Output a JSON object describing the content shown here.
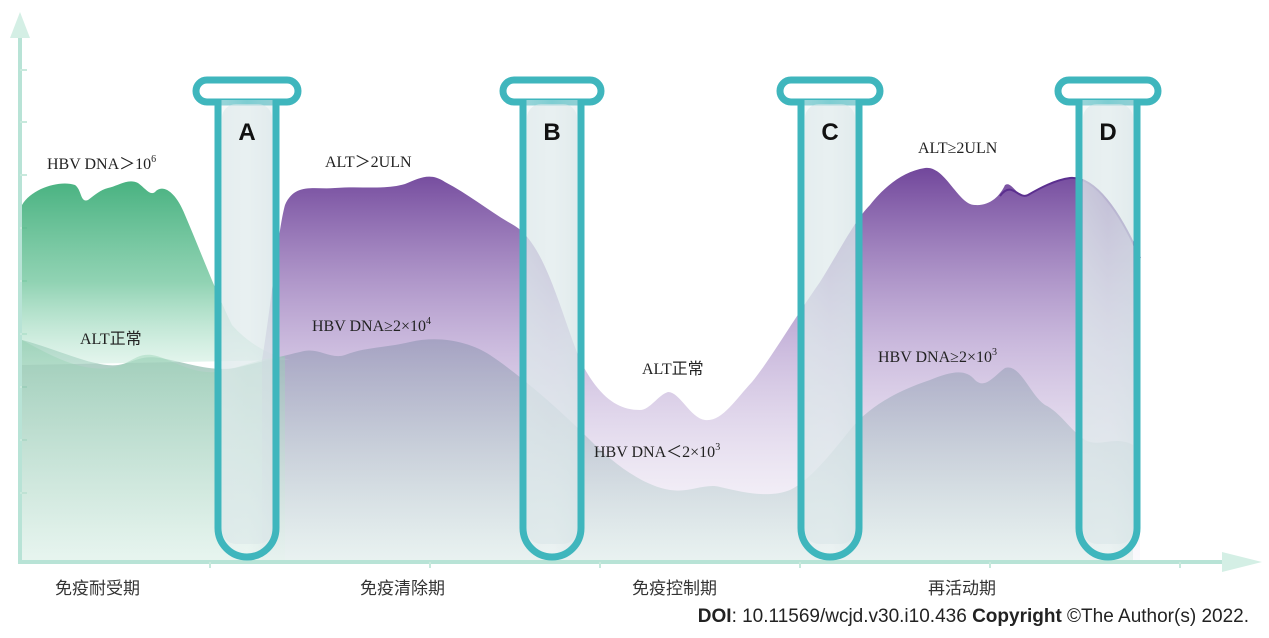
{
  "tubes": [
    {
      "letter": "A"
    },
    {
      "letter": "B"
    },
    {
      "letter": "C"
    },
    {
      "letter": "D"
    }
  ],
  "annotations": {
    "hbv_gt_10_6": {
      "base": "HBV DNA＞10",
      "sup": "6"
    },
    "alt_gt_2uln": "ALT＞2ULN",
    "alt_ge_2uln": "ALT≥2ULN",
    "alt_normal_1": "ALT正常",
    "hbv_ge_2x10_4": {
      "base": "HBV DNA≥2×10",
      "sup": "4"
    },
    "alt_normal_2": "ALT正常",
    "hbv_lt_2x10_3": {
      "base": "HBV DNA＜2×10",
      "sup": "3"
    },
    "hbv_ge_2x10_3": {
      "base": "HBV DNA≥2×10",
      "sup": "3"
    }
  },
  "phases": [
    "免疫耐受期",
    "免疫清除期",
    "免疫控制期",
    "再活动期"
  ],
  "footer": {
    "doi_label": "DOI",
    "doi_value": ": 10.11569/wcjd.v30.i10.436 ",
    "copyright_label": "Copyright",
    "copyright_text": " ©The Author(s) 2022."
  },
  "colors": {
    "green": "#3fae7a",
    "purple": "#6a3d96",
    "tube": "#3fb6bd",
    "axis": "#b8e3d6"
  }
}
